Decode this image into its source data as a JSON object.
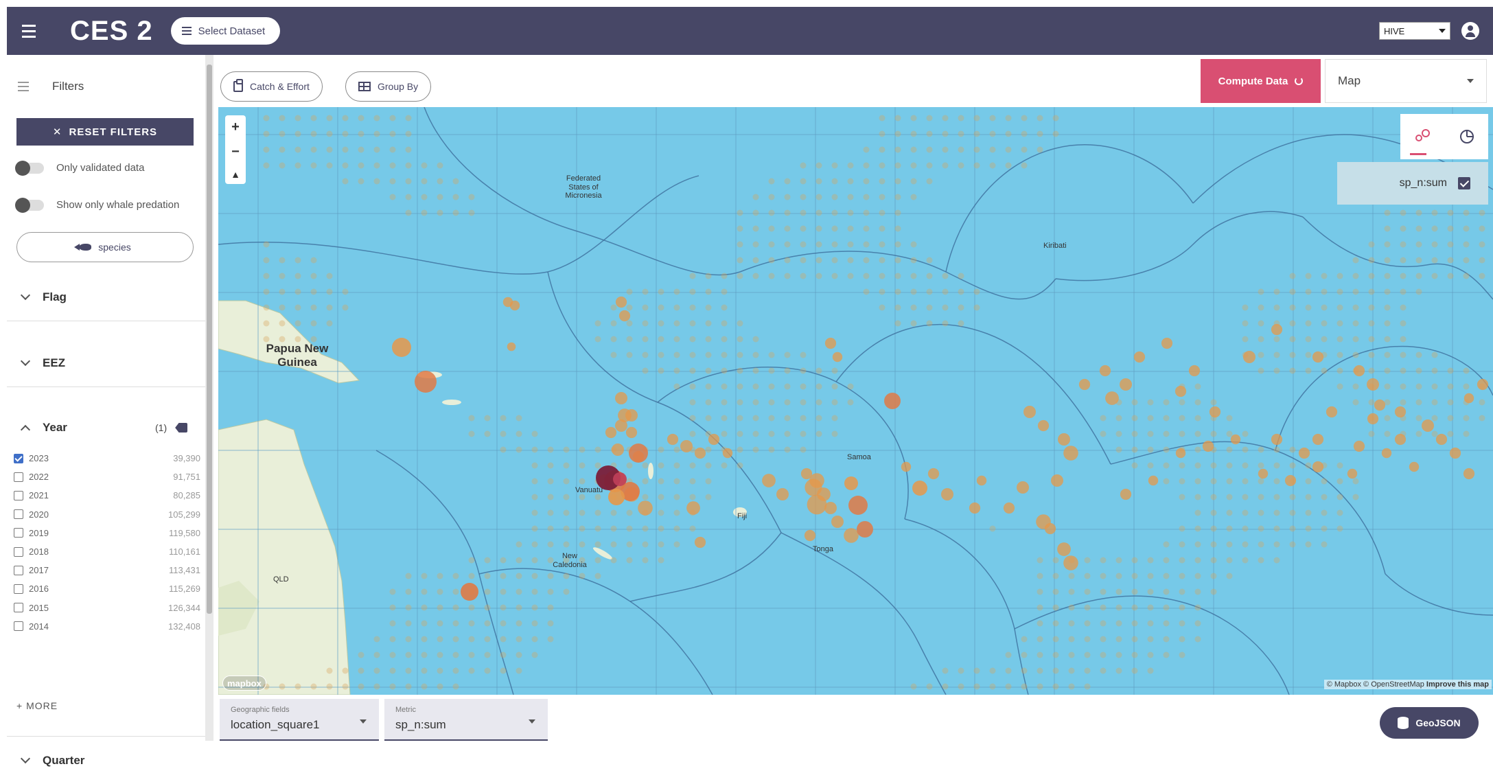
{
  "header": {
    "title": "CES 2",
    "select_dataset_label": "Select Dataset",
    "source_value": "HIVE"
  },
  "sidebar": {
    "filters_label": "Filters",
    "reset_label": "RESET FILTERS",
    "toggle_validated": "Only validated data",
    "toggle_whale": "Show only whale predation",
    "species_label": "species",
    "sections": {
      "flag": "Flag",
      "eez": "EEZ",
      "year": "Year",
      "quarter": "Quarter"
    },
    "year_selected_count": "(1)",
    "years": [
      {
        "year": "2023",
        "count": "39,390",
        "checked": true
      },
      {
        "year": "2022",
        "count": "91,751",
        "checked": false
      },
      {
        "year": "2021",
        "count": "80,285",
        "checked": false
      },
      {
        "year": "2020",
        "count": "105,299",
        "checked": false
      },
      {
        "year": "2019",
        "count": "119,580",
        "checked": false
      },
      {
        "year": "2018",
        "count": "110,161",
        "checked": false
      },
      {
        "year": "2017",
        "count": "113,431",
        "checked": false
      },
      {
        "year": "2016",
        "count": "115,269",
        "checked": false
      },
      {
        "year": "2015",
        "count": "126,344",
        "checked": false
      },
      {
        "year": "2014",
        "count": "132,408",
        "checked": false
      }
    ],
    "more_label": "+ MORE"
  },
  "toolbar": {
    "catch_effort_label": "Catch & Effort",
    "group_by_label": "Group By",
    "compute_label": "Compute Data",
    "view_value": "Map"
  },
  "map": {
    "legend_label": "sp_n:sum",
    "places": {
      "micronesia": "Federated States of Micronesia",
      "kiribati": "Kiribati",
      "png": "Papua New Guinea",
      "vanuatu": "Vanuatu",
      "fiji": "Fiji",
      "samoa": "Samoa",
      "tonga": "Tonga",
      "new_caledonia": "New Caledonia",
      "qld": "QLD"
    },
    "mapbox_logo": "mapbox",
    "attribution": "© Mapbox © OpenStreetMap",
    "improve_label": "Improve this map"
  },
  "bottom": {
    "geo_label": "Geographic fields",
    "geo_value": "location_square1",
    "metric_label": "Metric",
    "metric_value": "sp_n:sum",
    "geojson_label": "GeoJSON"
  },
  "colors": {
    "primary": "#474766",
    "accent": "#d94f72",
    "ocean": "#76c9e8",
    "land": "#e9efd9"
  }
}
